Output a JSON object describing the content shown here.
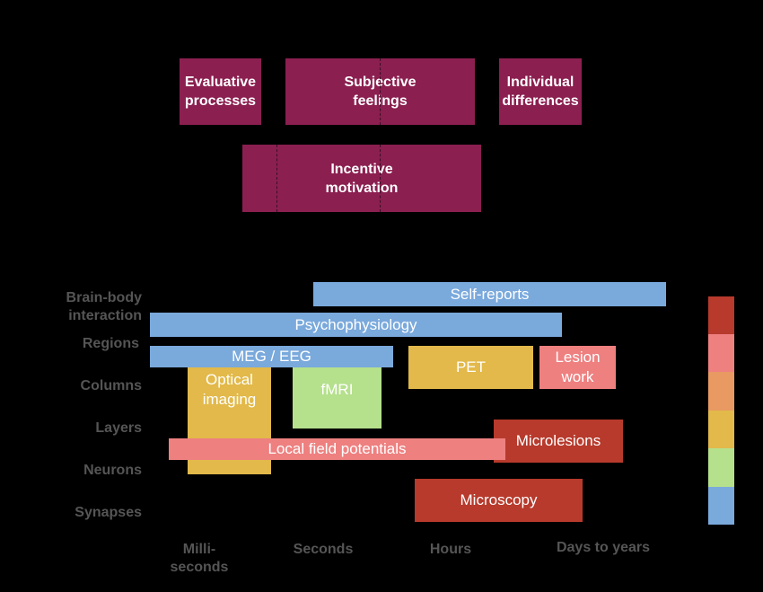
{
  "processes": {
    "evaluative": "Evaluative\nprocesses",
    "subjective": "Subjective\nfeelings",
    "individual": "Individual\ndifferences",
    "incentive": "Incentive\nmotivation"
  },
  "row_labels": {
    "brain_body": "Brain-body\ninteraction",
    "regions": "Regions",
    "columns": "Columns",
    "layers": "Layers",
    "neurons": "Neurons",
    "synapses": "Synapses"
  },
  "time_labels": {
    "ms": "Milli-\nseconds",
    "seconds": "Seconds",
    "hours": "Hours",
    "days": "Days to years"
  },
  "methods": {
    "self_reports": "Self-reports",
    "psychophysiology": "Psychophysiology",
    "meg_eeg": "MEG / EEG",
    "optical": "Optical\nimaging",
    "fmri": "fMRI",
    "pet": "PET",
    "lesion": "Lesion\nwork",
    "lfp": "Local field potentials",
    "microlesions": "Microlesions",
    "microscopy": "Microscopy"
  },
  "colors": {
    "process": "#8b1f50",
    "blue": "#7aa9dc",
    "yellow": "#e2b94a",
    "green": "#b5e08c",
    "salmon": "#ee8080",
    "red": "#b73a2c",
    "orange": "#e89a62"
  },
  "legend_swatches": [
    "#b73a2c",
    "#ee8080",
    "#e89a62",
    "#e2b94a",
    "#b5e08c",
    "#7aa9dc"
  ]
}
